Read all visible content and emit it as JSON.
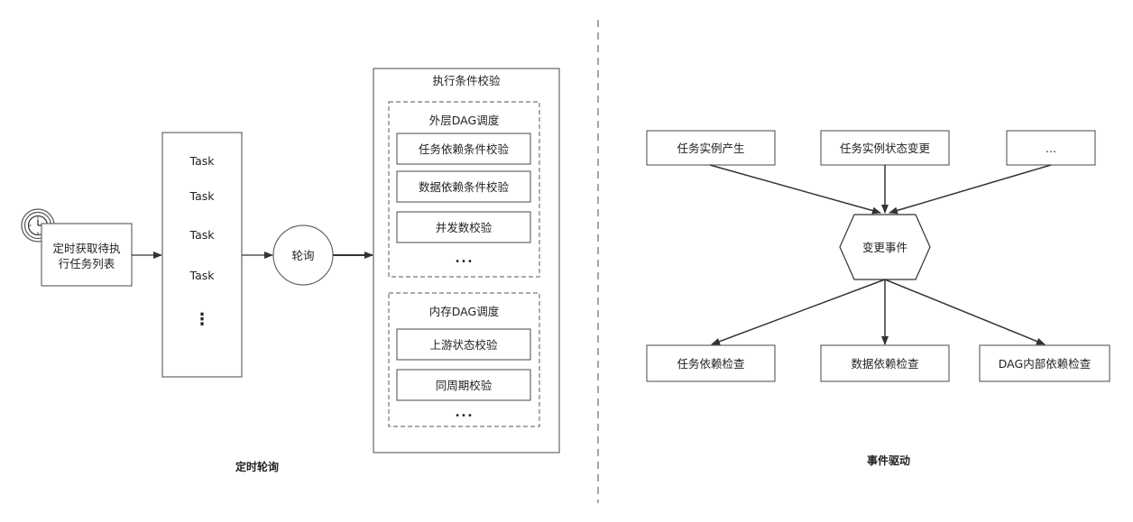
{
  "left": {
    "start_label_line1": "定时获取待执",
    "start_label_line2": "行任务列表",
    "tasks": [
      "Task",
      "Task",
      "Task",
      "Task"
    ],
    "tasks_more": "⋮",
    "poll": "轮询",
    "check_title": "执行条件校验",
    "outer_title": "外层DAG调度",
    "outer_items": [
      "任务依赖条件校验",
      "数据依赖条件校验",
      "并发数校验"
    ],
    "outer_more": "•••",
    "inner_title": "内存DAG调度",
    "inner_items": [
      "上游状态校验",
      "同周期校验"
    ],
    "inner_more": "•••",
    "caption": "定时轮询"
  },
  "right": {
    "sources": [
      "任务实例产生",
      "任务实例状态变更",
      "..."
    ],
    "event": "变更事件",
    "targets": [
      "任务依赖检查",
      "数据依赖检查",
      "DAG内部依赖检查"
    ],
    "caption": "事件驱动"
  },
  "colors": {
    "stroke": "#666666",
    "arrow": "#333333",
    "text": "#222222"
  }
}
